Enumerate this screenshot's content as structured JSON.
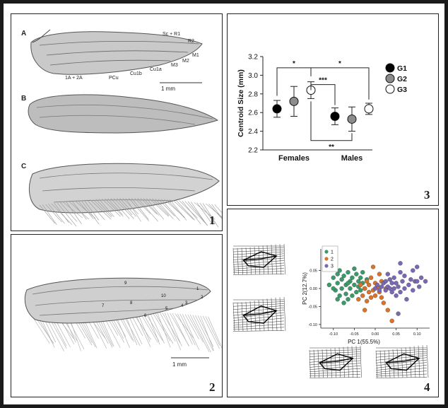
{
  "figure": {
    "panel1": {
      "number": "1",
      "sub_labels": [
        "A",
        "B",
        "C"
      ],
      "veins": [
        "Sc + R1",
        "R2",
        "M1",
        "M2",
        "M3",
        "Cu1a",
        "Cu1b",
        "PCu",
        "1A + 2A"
      ],
      "scale": "1 mm"
    },
    "panel2": {
      "number": "2",
      "landmarks": [
        "1",
        "2",
        "3",
        "4",
        "5",
        "6",
        "7",
        "8",
        "9",
        "10"
      ],
      "scale": "1 mm"
    },
    "panel3": {
      "number": "3",
      "sig_top_left": "*",
      "sig_top_right": "*",
      "sig_mid": "***",
      "sig_bottom": "**"
    },
    "panel4": {
      "number": "4"
    }
  },
  "chart_data": [
    {
      "type": "scatter",
      "ylabel": "Centroid Size (mm)",
      "categories": [
        "Females",
        "Males"
      ],
      "ylim": [
        2.2,
        3.2
      ],
      "yticks": [
        "2.2",
        "2.4",
        "2.6",
        "2.8",
        "3.0",
        "3.2"
      ],
      "legend_position": "right",
      "colors": {
        "G1": "#000000",
        "G2": "#8c8c8c",
        "G3": "#ffffff"
      },
      "series": [
        {
          "name": "G1",
          "values": [
            2.64,
            2.56
          ],
          "err_low": [
            2.55,
            2.47
          ],
          "err_high": [
            2.73,
            2.65
          ]
        },
        {
          "name": "G2",
          "values": [
            2.72,
            2.53
          ],
          "err_low": [
            2.56,
            2.4
          ],
          "err_high": [
            2.88,
            2.66
          ]
        },
        {
          "name": "G3",
          "values": [
            2.84,
            2.64
          ],
          "err_low": [
            2.75,
            2.58
          ],
          "err_high": [
            2.93,
            2.7
          ]
        }
      ]
    },
    {
      "type": "scatter",
      "xlabel": "PC 1(55.5%)",
      "ylabel": "PC 2(12.7%)",
      "xlim": [
        -0.13,
        0.13
      ],
      "ylim": [
        -0.11,
        0.11
      ],
      "xticks": [
        "-0.10",
        "-0.05",
        "0.00",
        "0.05",
        "0.10"
      ],
      "yticks": [
        "0.05",
        "0.00",
        "-0.05",
        "-0.10"
      ],
      "legend_position": "top-left",
      "series": [
        {
          "name": "1",
          "color": "#3a9a6a",
          "points": [
            [
              -0.11,
              0.01
            ],
            [
              -0.1,
              0.03
            ],
            [
              -0.095,
              -0.005
            ],
            [
              -0.09,
              0.04
            ],
            [
              -0.09,
              0.015
            ],
            [
              -0.085,
              -0.02
            ],
            [
              -0.085,
              0.05
            ],
            [
              -0.08,
              0.0
            ],
            [
              -0.08,
              0.025
            ],
            [
              -0.075,
              -0.04
            ],
            [
              -0.075,
              0.035
            ],
            [
              -0.07,
              0.01
            ],
            [
              -0.07,
              -0.015
            ],
            [
              -0.065,
              0.045
            ],
            [
              -0.065,
              -0.03
            ],
            [
              -0.06,
              0.02
            ],
            [
              -0.06,
              0.0
            ],
            [
              -0.055,
              0.03
            ],
            [
              -0.055,
              -0.02
            ],
            [
              -0.05,
              0.055
            ],
            [
              -0.05,
              0.01
            ],
            [
              -0.045,
              -0.01
            ],
            [
              -0.045,
              0.04
            ],
            [
              -0.04,
              0.02
            ],
            [
              -0.04,
              0.005
            ],
            [
              -0.035,
              0.03
            ],
            [
              -0.035,
              -0.005
            ],
            [
              -0.03,
              0.015
            ],
            [
              -0.03,
              0.045
            ],
            [
              -0.025,
              0.0
            ],
            [
              -0.02,
              0.025
            ],
            [
              -0.065,
              0.015
            ],
            [
              -0.09,
              -0.03
            ],
            [
              -0.1,
              0.0
            ]
          ]
        },
        {
          "name": "2",
          "color": "#d9732a",
          "points": [
            [
              -0.04,
              -0.03
            ],
            [
              -0.035,
              0.01
            ],
            [
              -0.03,
              -0.02
            ],
            [
              -0.025,
              0.0
            ],
            [
              -0.02,
              -0.035
            ],
            [
              -0.02,
              0.02
            ],
            [
              -0.015,
              -0.01
            ],
            [
              -0.015,
              0.01
            ],
            [
              -0.01,
              -0.025
            ],
            [
              -0.01,
              0.03
            ],
            [
              -0.005,
              -0.005
            ],
            [
              0.0,
              0.015
            ],
            [
              0.0,
              -0.02
            ],
            [
              0.005,
              0.005
            ],
            [
              0.01,
              -0.01
            ],
            [
              0.015,
              0.02
            ],
            [
              0.02,
              -0.04
            ],
            [
              0.025,
              0.0
            ],
            [
              0.03,
              -0.06
            ],
            [
              0.04,
              -0.09
            ],
            [
              -0.005,
              0.06
            ],
            [
              0.01,
              0.04
            ],
            [
              -0.025,
              -0.06
            ],
            [
              0.015,
              -0.025
            ]
          ]
        },
        {
          "name": "3",
          "color": "#7b68b5",
          "points": [
            [
              0.0,
              0.0
            ],
            [
              0.005,
              0.01
            ],
            [
              0.01,
              -0.005
            ],
            [
              0.015,
              0.005
            ],
            [
              0.02,
              0.015
            ],
            [
              0.025,
              -0.005
            ],
            [
              0.025,
              0.02
            ],
            [
              0.03,
              0.005
            ],
            [
              0.035,
              0.0
            ],
            [
              0.035,
              0.025
            ],
            [
              0.04,
              -0.01
            ],
            [
              0.04,
              0.015
            ],
            [
              0.045,
              0.03
            ],
            [
              0.045,
              0.0
            ],
            [
              0.05,
              -0.02
            ],
            [
              0.05,
              0.015
            ],
            [
              0.055,
              0.005
            ],
            [
              0.06,
              0.045
            ],
            [
              0.06,
              -0.01
            ],
            [
              0.065,
              0.02
            ],
            [
              0.07,
              0.0
            ],
            [
              0.07,
              0.035
            ],
            [
              0.075,
              -0.03
            ],
            [
              0.08,
              0.01
            ],
            [
              0.085,
              0.025
            ],
            [
              0.09,
              -0.005
            ],
            [
              0.095,
              0.02
            ],
            [
              0.1,
              0.02
            ],
            [
              0.105,
              0.005
            ],
            [
              0.11,
              0.03
            ],
            [
              0.12,
              0.02
            ],
            [
              0.1,
              0.06
            ],
            [
              0.09,
              0.05
            ],
            [
              0.055,
              -0.07
            ],
            [
              0.03,
              0.04
            ],
            [
              0.06,
              0.07
            ]
          ]
        }
      ]
    }
  ]
}
